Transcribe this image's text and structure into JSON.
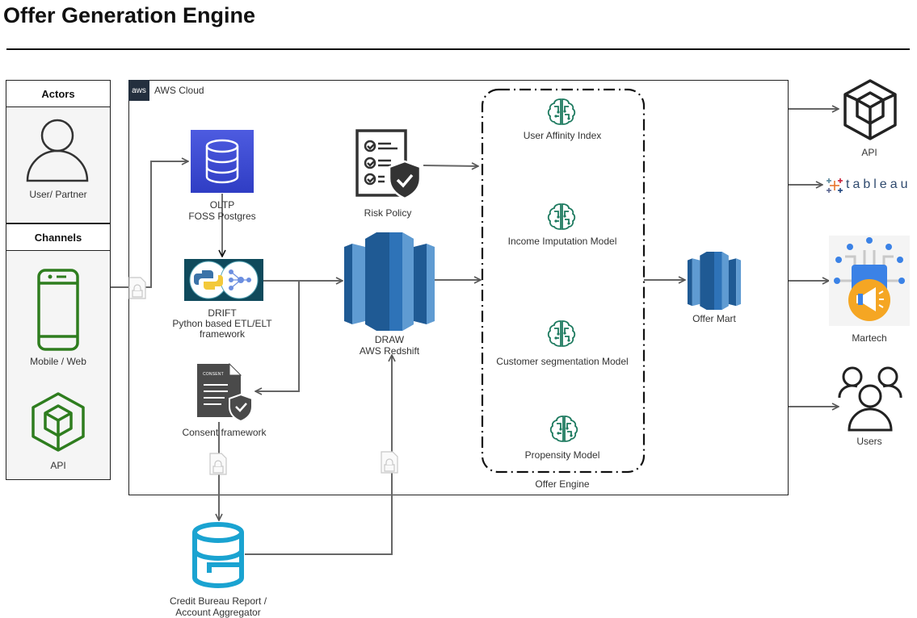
{
  "page": {
    "title": "Offer Generation Engine"
  },
  "actors_panel": {
    "header": "Actors",
    "items": [
      {
        "label": "User/ Partner",
        "icon": "user-icon"
      }
    ]
  },
  "channels_panel": {
    "header": "Channels",
    "items": [
      {
        "label": "Mobile / Web",
        "icon": "mobile-phone-icon"
      },
      {
        "label": "API",
        "icon": "api-cube-icon"
      }
    ]
  },
  "cloud": {
    "label": "AWS Cloud",
    "badge": "aws"
  },
  "nodes": {
    "oltp": {
      "line1": "OLTP",
      "line2": "FOSS Postgres",
      "icon": "database-icon"
    },
    "drift": {
      "line1": "DRIFT",
      "line2": "Python based ETL/ELT",
      "line3": "framework",
      "icon": "python-etl-icon"
    },
    "consent": {
      "label": "Consent framework",
      "badge_text": "CONSENT",
      "icon": "consent-document-icon"
    },
    "risk": {
      "label": "Risk Policy",
      "icon": "checklist-shield-icon"
    },
    "draw": {
      "line1": "DRAW",
      "line2": "AWS Redshift",
      "icon": "redshift-icon"
    },
    "offer_mart": {
      "label": "Offer Mart",
      "icon": "redshift-icon"
    },
    "credit": {
      "line1": "Credit Bureau Report /",
      "line2": "Account Aggregator",
      "icon": "database-icon"
    }
  },
  "offer_engine": {
    "label": "Offer Engine",
    "models": [
      {
        "label": "User Affinity Index",
        "icon": "ai-brain-icon"
      },
      {
        "label": "Income Imputation Model",
        "icon": "ai-brain-icon"
      },
      {
        "label": "Customer segmentation Model",
        "icon": "ai-brain-icon"
      },
      {
        "label": "Propensity Model",
        "icon": "ai-brain-icon"
      }
    ]
  },
  "outputs": [
    {
      "label": "API",
      "icon": "api-cube-icon"
    },
    {
      "label": "tableau",
      "icon": "tableau-logo-icon"
    },
    {
      "label": "Martech",
      "icon": "martech-megaphone-icon"
    },
    {
      "label": "Users",
      "icon": "users-group-icon"
    }
  ],
  "colors": {
    "channel_green": "#2e7d1e",
    "oltp_blue": "#3c48d6",
    "redshift_blue": "#2e73b8",
    "model_teal": "#1d7a5f",
    "credit_cyan": "#1aa3d1",
    "martech_orange": "#f5a623",
    "martech_blue": "#3b82e6"
  }
}
